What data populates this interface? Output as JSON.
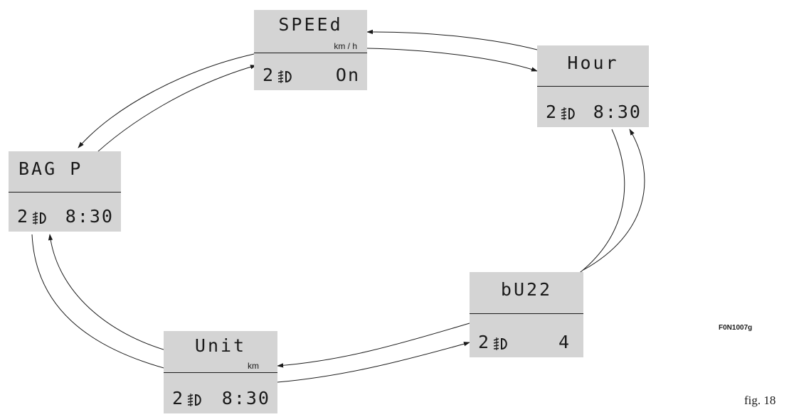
{
  "figure": {
    "code": "F0N1007g",
    "label": "fig. 18"
  },
  "icons": {
    "headlamp": "headlamp-beam-level-icon"
  },
  "displays": {
    "speed": {
      "title": "SPEEd",
      "unit": "km / h",
      "level": "2",
      "value": "On"
    },
    "hour": {
      "title": "Hour",
      "level": "2",
      "value": "8:30"
    },
    "buzz": {
      "title": "bU22",
      "level": "2",
      "value": "4"
    },
    "unit": {
      "title": "Unit",
      "unit": "km",
      "level": "2",
      "value": "8:30"
    },
    "bag": {
      "title": "BAG P",
      "level": "2",
      "value": "8:30"
    }
  }
}
